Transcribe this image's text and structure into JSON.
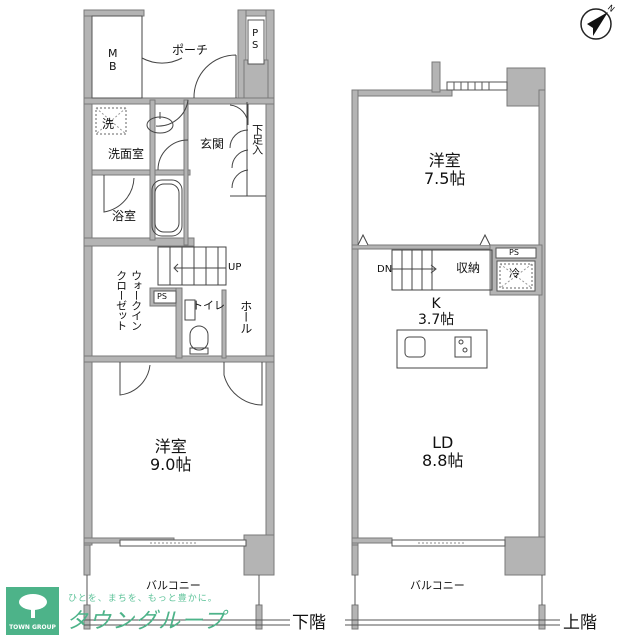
{
  "floor_plan": {
    "lower_floor": {
      "floor_label": "下階",
      "rooms": [
        {
          "name": "MB",
          "label": "M\nB"
        },
        {
          "name": "porch",
          "label": "ポーチ"
        },
        {
          "name": "ps-top",
          "label": "PS"
        },
        {
          "name": "washing-machine",
          "label": "洗"
        },
        {
          "name": "washroom",
          "label": "洗面室"
        },
        {
          "name": "entrance",
          "label": "玄関"
        },
        {
          "name": "shoe-storage",
          "label": "下足入"
        },
        {
          "name": "bathroom",
          "label": "浴室"
        },
        {
          "name": "walk-in-closet",
          "label": "ウォークインクローゼット"
        },
        {
          "name": "stairs-up",
          "label": "UP"
        },
        {
          "name": "ps-mid",
          "label": "PS"
        },
        {
          "name": "toilet",
          "label": "トイレ"
        },
        {
          "name": "hall",
          "label": "ホール"
        },
        {
          "name": "western-room",
          "label": "洋室",
          "size": "9.0帖"
        }
      ],
      "balcony": "バルコニー"
    },
    "upper_floor": {
      "floor_label": "上階",
      "rooms": [
        {
          "name": "western-room",
          "label": "洋室",
          "size": "7.5帖"
        },
        {
          "name": "stairs-down",
          "label": "DN"
        },
        {
          "name": "storage",
          "label": "収納"
        },
        {
          "name": "ps",
          "label": "PS"
        },
        {
          "name": "fridge",
          "label": "冷"
        },
        {
          "name": "kitchen",
          "label": "K",
          "size": "3.7帖"
        },
        {
          "name": "living-dining",
          "label": "LD",
          "size": "8.8帖"
        }
      ],
      "balcony": "バルコニー"
    },
    "compass": {
      "label": "N"
    }
  },
  "branding": {
    "logo_text": "TOWN GROUP",
    "tagline": "ひとを、まちを、もっと豊かに。",
    "brand_name": "タウングループ",
    "color": "#4db389"
  },
  "labels": {
    "mb_m": "M",
    "mb_b": "B",
    "porch": "ポーチ",
    "ps1_p": "P",
    "ps1_s": "S",
    "sentaku": "洗",
    "senmen": "洗面室",
    "genkan": "玄関",
    "shoe": "下足入",
    "yokushitsu": "浴室",
    "wic_1": "ウォークイン",
    "wic_2": "クローゼット",
    "up": "UP",
    "ps2": "PS",
    "toilet": "トイレ",
    "hall": "ホール",
    "room1_name": "洋室",
    "room1_size": "9.0帖",
    "balcony_lower": "バルコニー",
    "floor_lower": "下階",
    "room2_name": "洋室",
    "room2_size": "7.5帖",
    "dn": "DN",
    "shuno": "収納",
    "ps3": "PS",
    "rei": "冷",
    "k_name": "K",
    "k_size": "3.7帖",
    "ld_name": "LD",
    "ld_size": "8.8帖",
    "balcony_upper": "バルコニー",
    "floor_upper": "上階"
  }
}
